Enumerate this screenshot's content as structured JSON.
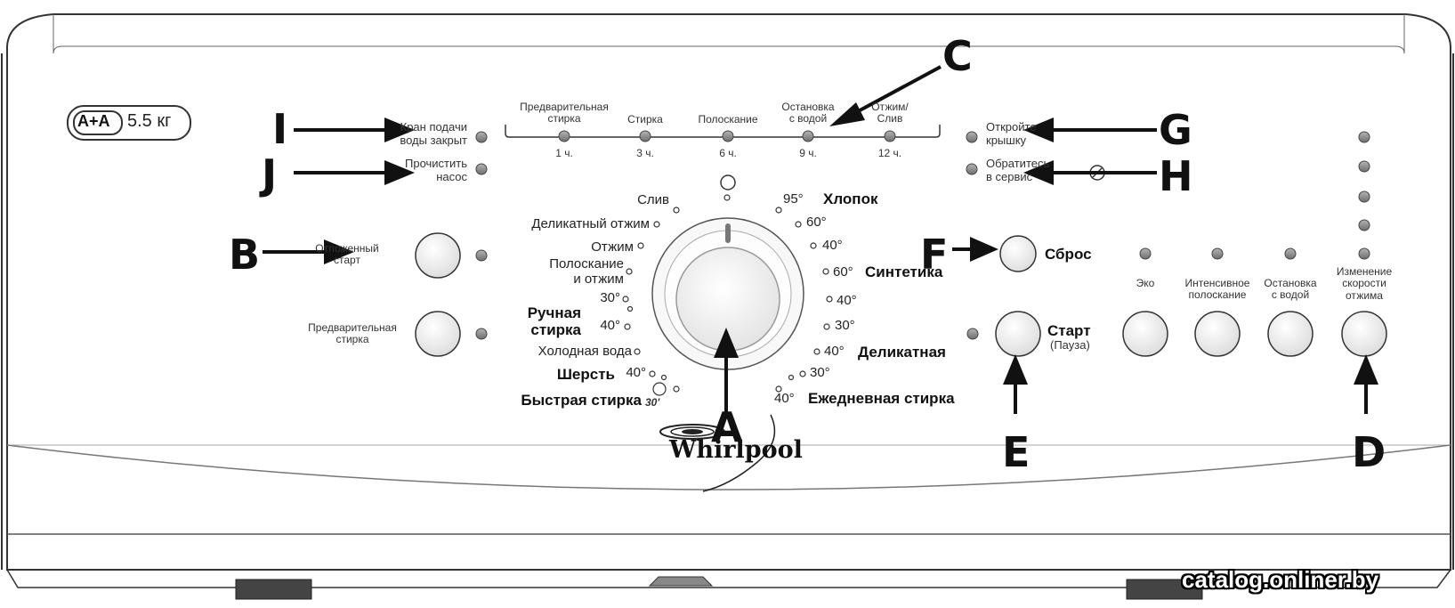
{
  "badge": {
    "energy": "A+A",
    "capacity": "5.5 кг"
  },
  "brand": "Whirlpool",
  "watermark": "catalog.onliner.by",
  "callouts": {
    "a": "A",
    "b": "B",
    "c": "C",
    "d": "D",
    "e": "E",
    "f": "F",
    "g": "G",
    "h": "H",
    "i": "I",
    "j": "J"
  },
  "left_status": {
    "tap_closed": [
      "Кран подачи",
      "воды закрыт"
    ],
    "clean_pump": [
      "Прочистить",
      "насос"
    ]
  },
  "right_status": {
    "open_lid": [
      "Откройте",
      "крышку"
    ],
    "call_service": [
      "Обратитесь",
      "в сервис"
    ]
  },
  "phases": [
    {
      "label": [
        "Предварительная",
        "стирка"
      ],
      "time": "1 ч."
    },
    {
      "label": [
        "Стирка"
      ],
      "time": "3 ч."
    },
    {
      "label": [
        "Полоскание"
      ],
      "time": "6 ч."
    },
    {
      "label": [
        "Остановка",
        "с водой"
      ],
      "time": "9 ч."
    },
    {
      "label": [
        "Отжим/",
        "Слив"
      ],
      "time": "12 ч."
    }
  ],
  "left_buttons": {
    "delayed_start": [
      "Отложенный",
      "старт"
    ],
    "prewash": [
      "Предварительная",
      "стирка"
    ]
  },
  "programs_left": {
    "drain": "Слив",
    "delicate_spin": "Деликатный отжим",
    "spin": "Отжим",
    "rinse_spin": [
      "Полоскание",
      "и отжим"
    ],
    "hand_wash": [
      "Ручная",
      "стирка"
    ],
    "hand_30": "30°",
    "hand_40": "40°",
    "cold_water": "Холодная вода",
    "wool": "Шерсть",
    "wool_40": "40°",
    "quick_wash": "Быстрая стирка",
    "quick_30": "30'"
  },
  "programs_right": {
    "cotton": "Хлопок",
    "cotton_95": "95°",
    "cotton_60": "60°",
    "cotton_40": "40°",
    "synthetics": "Синтетика",
    "synth_60": "60°",
    "synth_40": "40°",
    "synth_30": "30°",
    "delicate": "Деликатная",
    "deli_40": "40°",
    "deli_30": "30°",
    "daily": "Ежедневная стирка",
    "daily_40": "40°"
  },
  "reset_label": "Сброс",
  "start_label": "Старт",
  "pause_label": "(Пауза)",
  "option_buttons": {
    "eco": "Эко",
    "intensive_rinse": [
      "Интенсивное",
      "полоскание"
    ],
    "stop_water": [
      "Остановка",
      "с водой"
    ],
    "spin_speed": [
      "Изменение",
      "скорости",
      "отжима"
    ]
  },
  "colors": {
    "led": "#8a8a8a",
    "panel": "#ffffff",
    "outline": "#333333",
    "button_face": "#efefef"
  }
}
